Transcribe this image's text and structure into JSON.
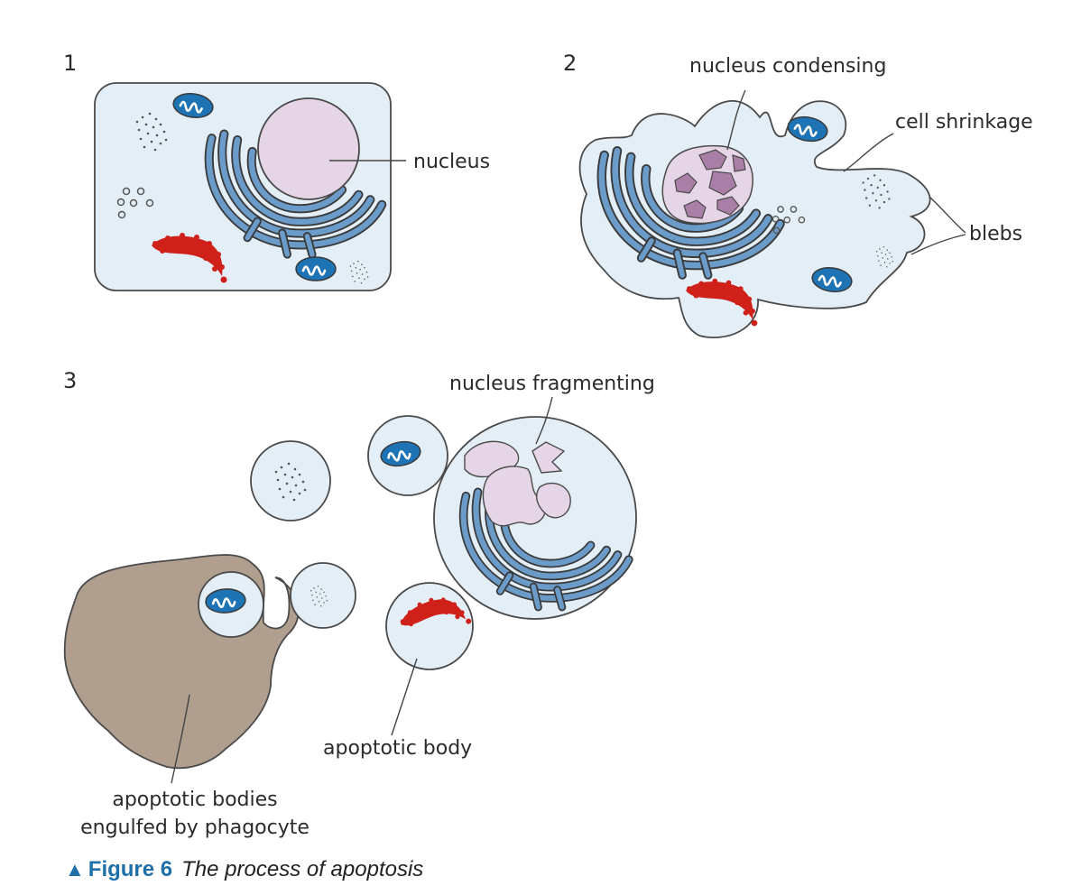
{
  "stages": [
    {
      "number": "1",
      "labels": {
        "nucleus": "nucleus"
      }
    },
    {
      "number": "2",
      "labels": {
        "condensing": "nucleus condensing",
        "shrinkage": "cell shrinkage",
        "blebs": "blebs"
      }
    },
    {
      "number": "3",
      "labels": {
        "fragmenting": "nucleus fragmenting",
        "body": "apoptotic body",
        "engulfed_line1": "apoptotic bodies",
        "engulfed_line2": "engulfed by phagocyte"
      }
    }
  ],
  "caption": {
    "marker": "▲",
    "figure": "Figure 6",
    "title": "The process of apoptosis"
  },
  "colors": {
    "cytoplasm": "#e3eef6",
    "outline": "#4a4a4a",
    "nucleus": "#e6d5e6",
    "condensed_chromatin": "#a97fa8",
    "golgi": "#6b9bc9",
    "mitochondrion": "#1e73b4",
    "er_red": "#d0201a",
    "phagocyte": "#b09e8e",
    "figure_blue": "#1f6fa8"
  }
}
